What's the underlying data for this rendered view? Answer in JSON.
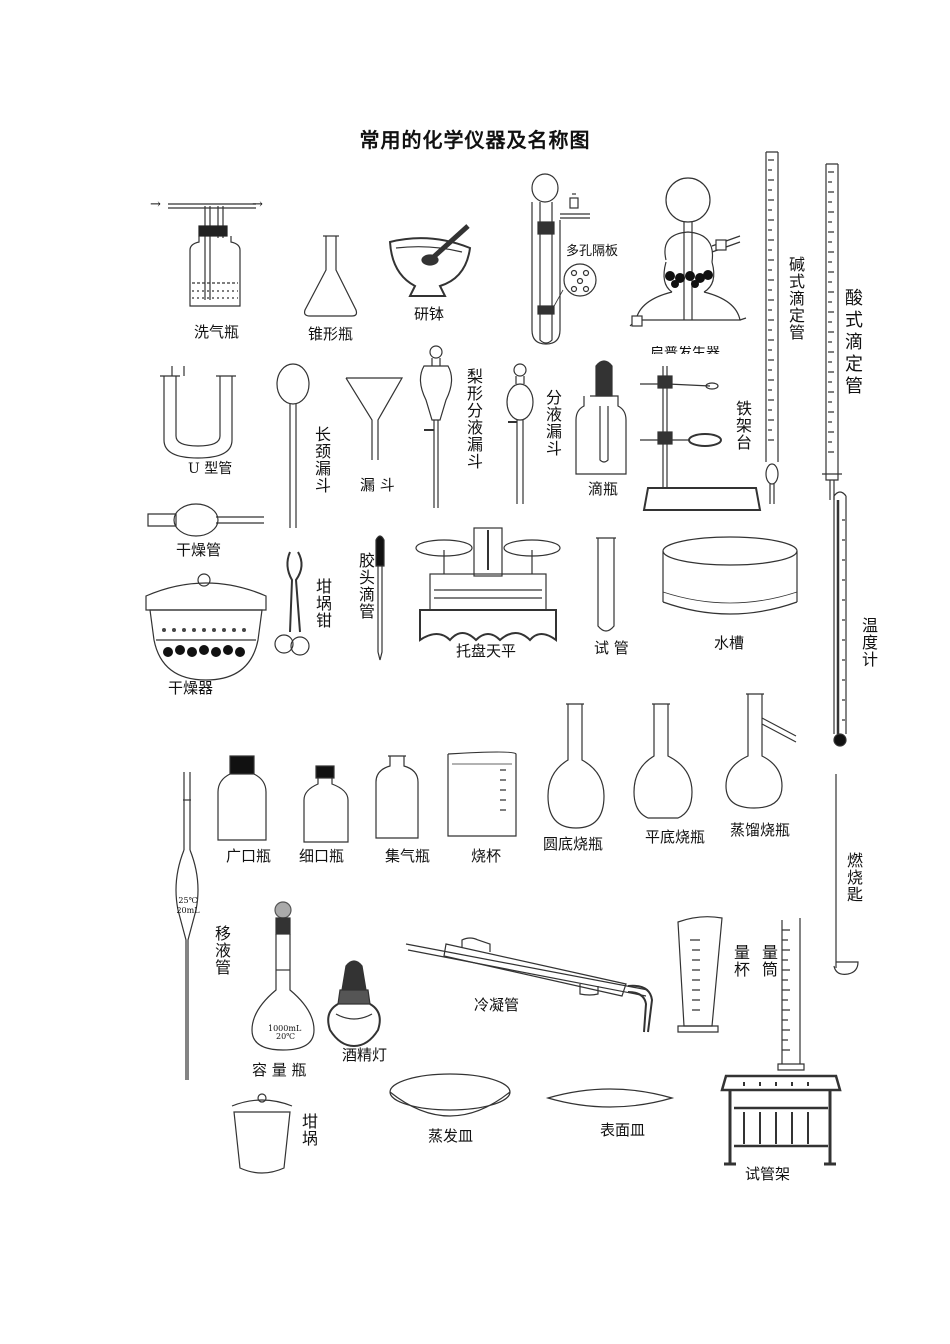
{
  "title": "常用的化学仪器及名称图",
  "labels": {
    "gas_washing_bottle": "洗气瓶",
    "conical_flask": "锥形瓶",
    "mortar": "研钵",
    "porous_plate": "多孔隔板",
    "kipp_generator": "启普发生器",
    "base_burette": "碱式滴定管",
    "acid_burette": "酸式滴定管",
    "u_tube": "U 型管",
    "long_neck_funnel": "长颈漏斗",
    "funnel": "漏 斗",
    "pear_separatory_funnel": "梨形分液漏斗",
    "separatory_funnel": "分液漏斗",
    "dropper_bottle": "滴瓶",
    "iron_stand": "铁架台",
    "drying_tube": "干燥管",
    "crucible_tongs": "坩埚钳",
    "rubber_dropper": "胶头滴管",
    "balance": "托盘天平",
    "test_tube": "试 管",
    "water_trough": "水槽",
    "thermometer": "温度计",
    "desiccator": "干燥器",
    "wide_mouth_bottle": "广口瓶",
    "narrow_mouth_bottle": "细口瓶",
    "gas_jar": "集气瓶",
    "beaker": "烧杯",
    "round_flask": "圆底烧瓶",
    "flat_flask": "平底烧瓶",
    "distilling_flask": "蒸馏烧瓶",
    "combustion_spoon": "燃烧匙",
    "pipette": "移液管",
    "pipette_mark": "25℃ 20mL",
    "volumetric_flask": "容 量 瓶",
    "vf_mark_1": "1000mL",
    "vf_mark_2": "20℃",
    "alcohol_lamp": "酒精灯",
    "condenser": "冷凝管",
    "measuring_cup": "量杯",
    "measuring_cylinder": "量筒",
    "crucible": "坩埚",
    "evaporating_dish": "蒸发皿",
    "watch_glass": "表面皿",
    "tube_rack": "试管架",
    "arrow_in": "→",
    "arrow_out": "→"
  }
}
